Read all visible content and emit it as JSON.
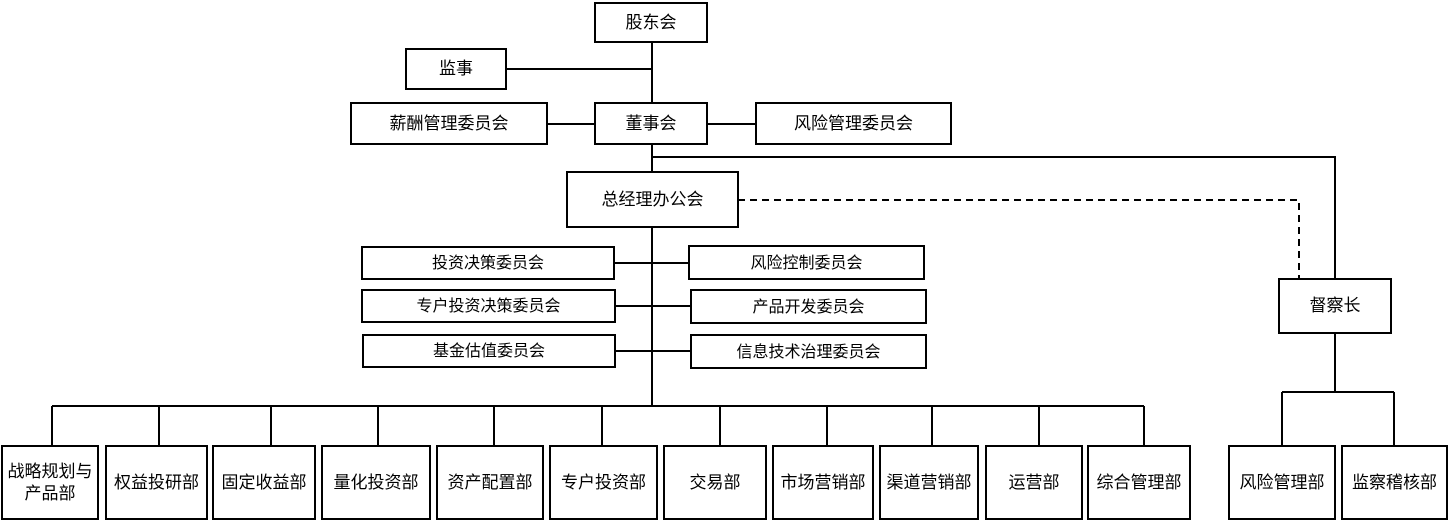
{
  "top": {
    "shareholders": "股东会",
    "supervisor": "监事",
    "board": "董事会",
    "compensation_committee": "薪酬管理委员会",
    "risk_management_committee": "风险管理委员会",
    "gm_office": "总经理办公会",
    "chief_inspector": "督察长"
  },
  "committees": {
    "left": [
      "投资决策委员会",
      "专户投资决策委员会",
      "基金估值委员会"
    ],
    "right": [
      "风险控制委员会",
      "产品开发委员会",
      "信息技术治理委员会"
    ]
  },
  "departments": [
    "战略规划与产品部",
    "权益投研部",
    "固定收益部",
    "量化投资部",
    "资产配置部",
    "专户投资部",
    "交易部",
    "市场营销部",
    "渠道营销部",
    "运营部",
    "综合管理部"
  ],
  "inspector_departments": [
    "风险管理部",
    "监察稽核部"
  ]
}
